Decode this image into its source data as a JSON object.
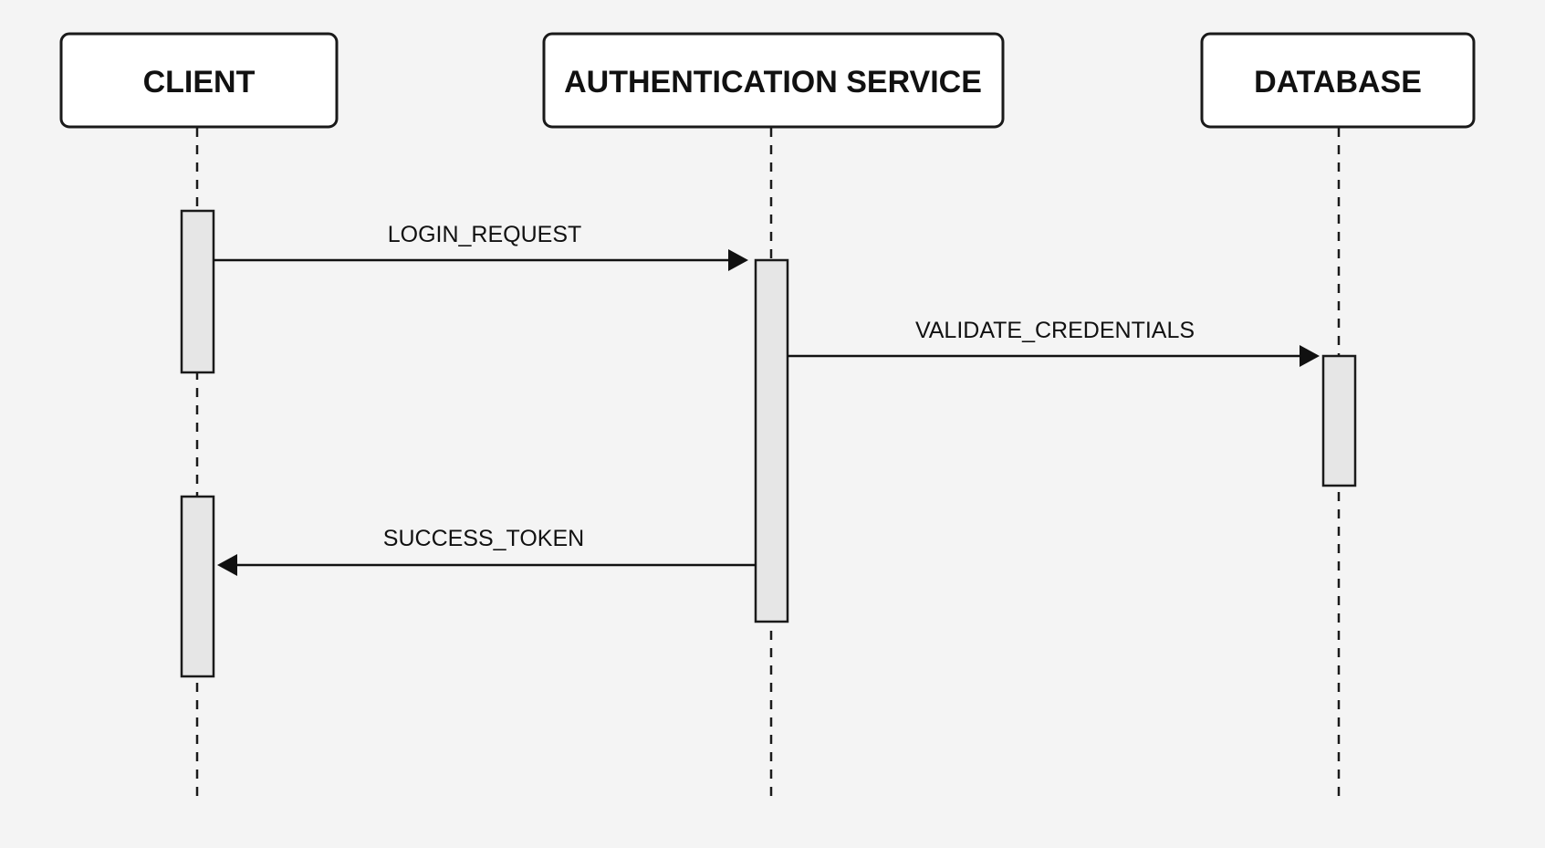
{
  "participants": {
    "client": {
      "label": "CLIENT"
    },
    "auth": {
      "label": "AUTHENTICATION SERVICE"
    },
    "database": {
      "label": "DATABASE"
    }
  },
  "messages": {
    "login": {
      "label": "LOGIN_REQUEST",
      "from": "client",
      "to": "auth"
    },
    "validate": {
      "label": "VALIDATE_CREDENTIALS",
      "from": "auth",
      "to": "database"
    },
    "success": {
      "label": "SUCCESS_TOKEN",
      "from": "auth",
      "to": "client"
    }
  }
}
